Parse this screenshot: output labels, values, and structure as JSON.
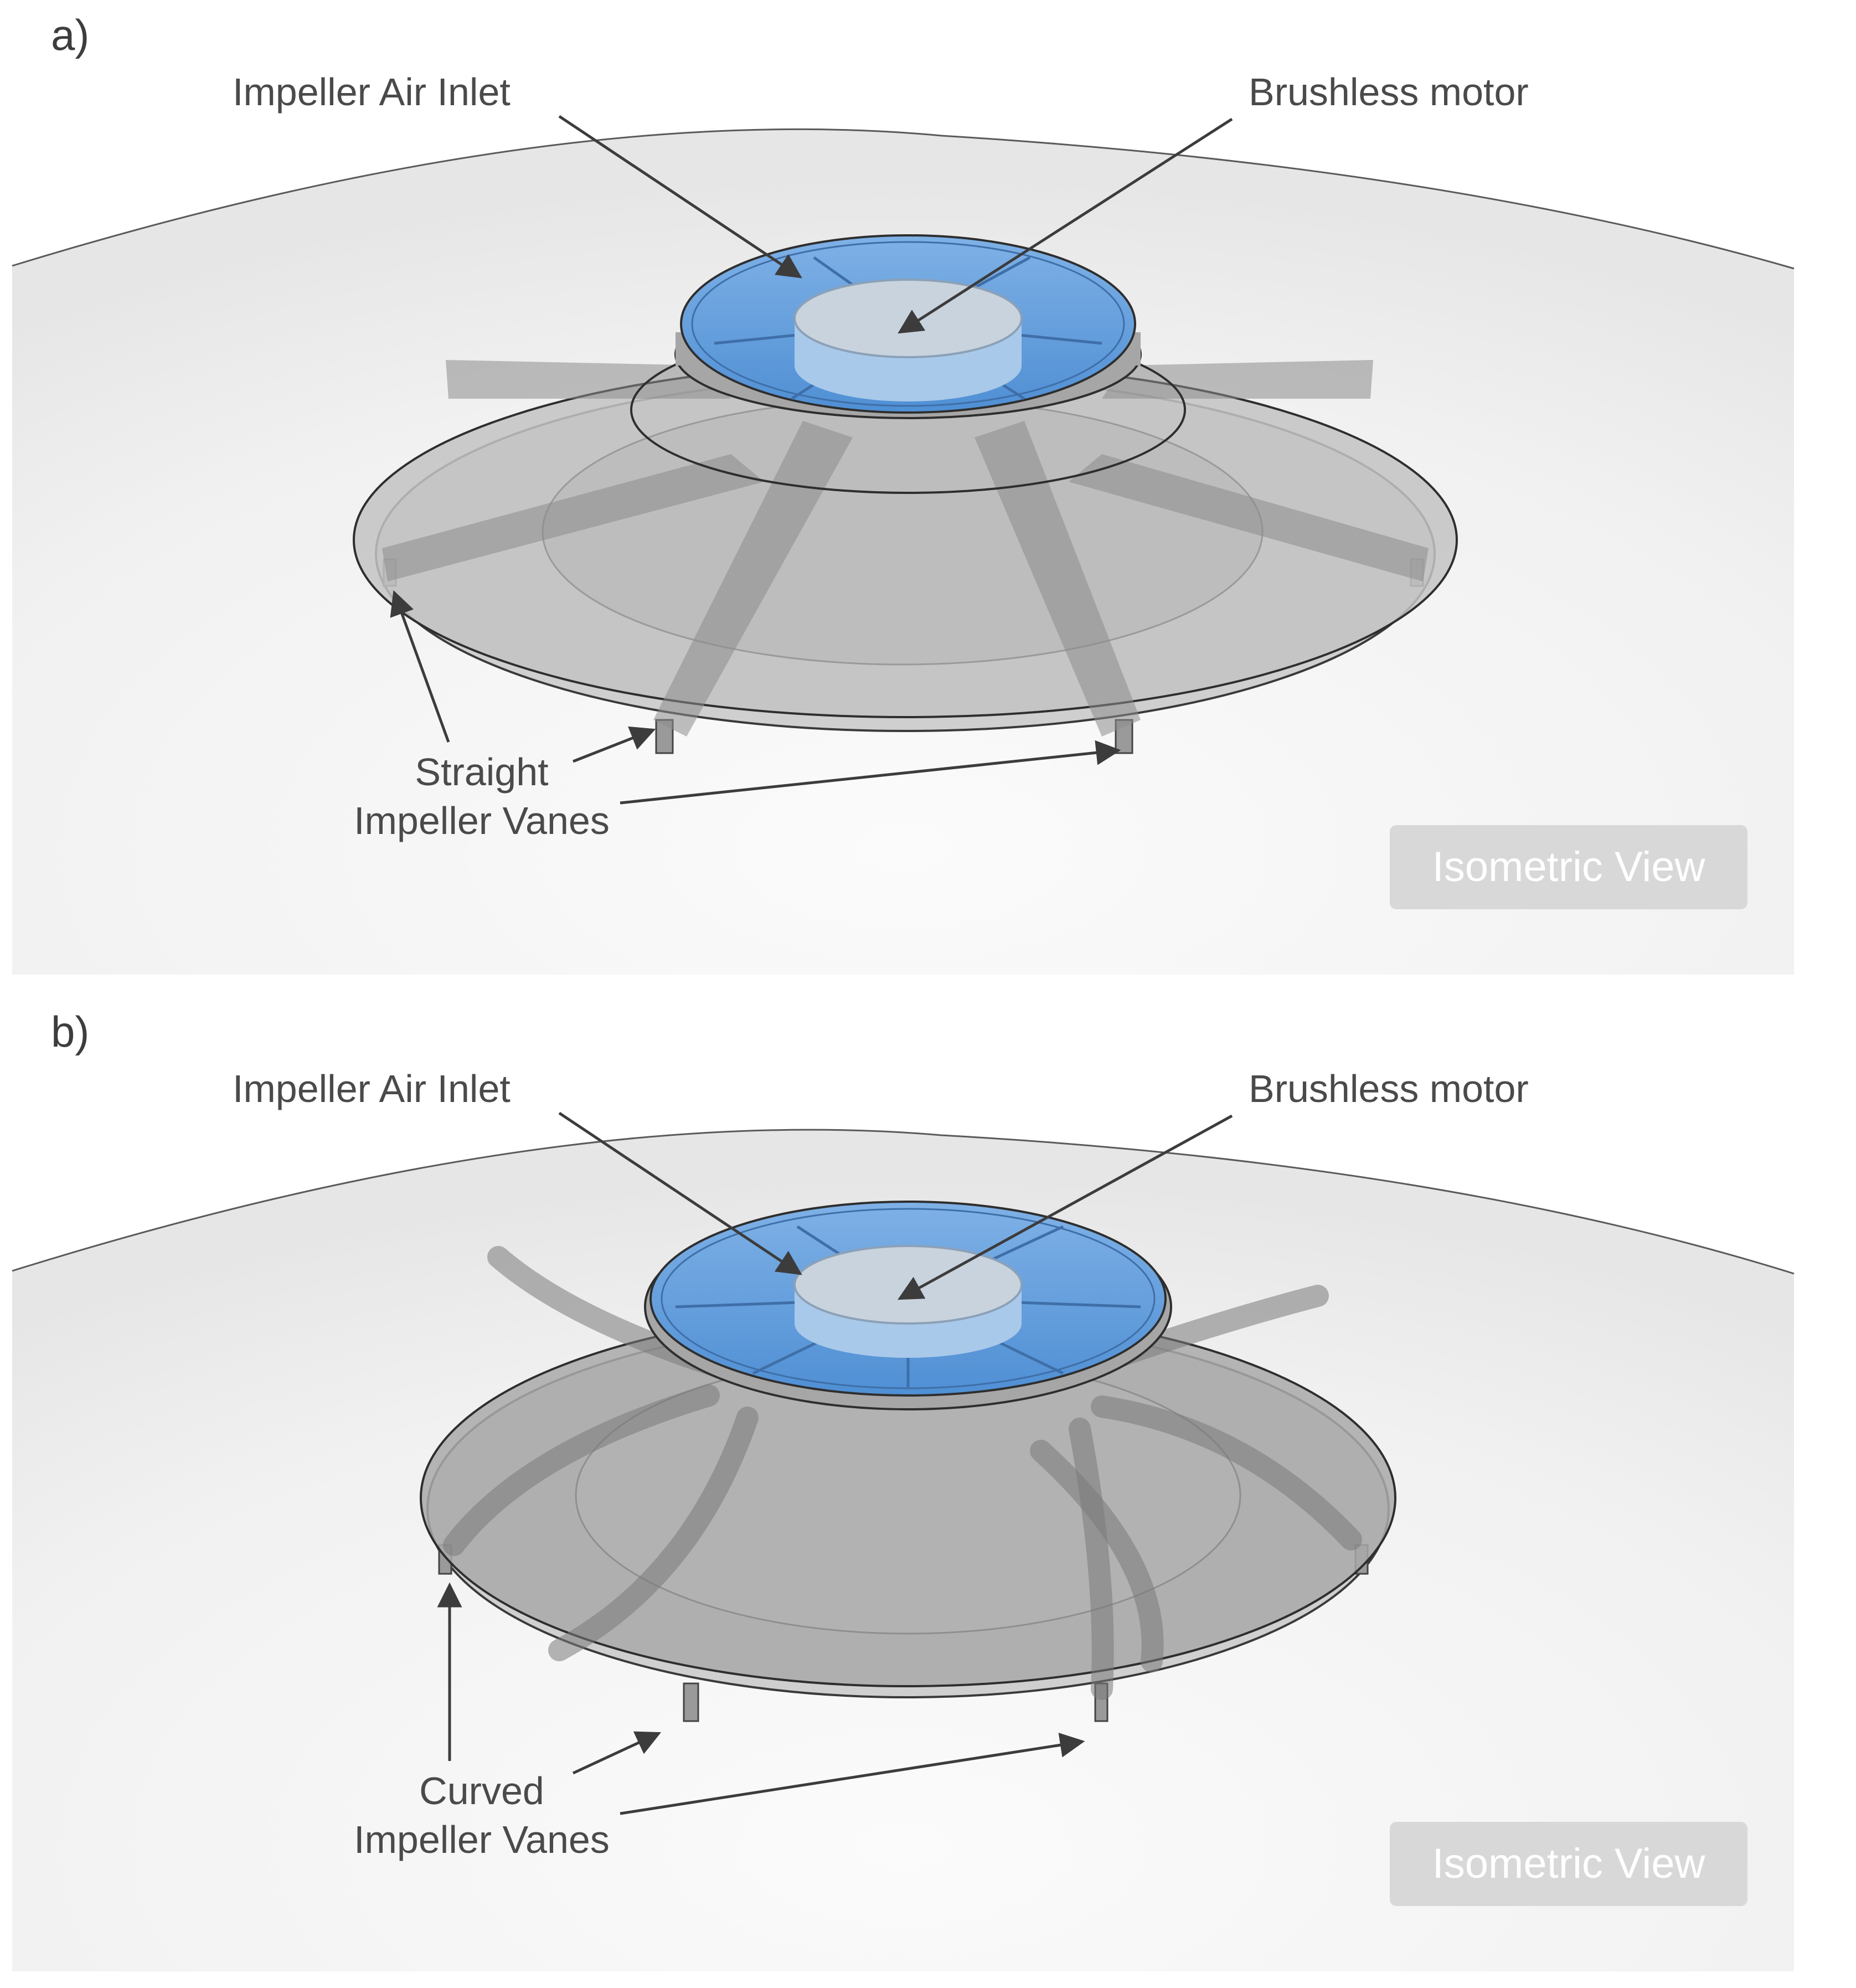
{
  "panels": [
    {
      "letter": "a)",
      "inlet_label": "Impeller Air Inlet",
      "motor_label": "Brushless motor",
      "vane_label_line1": "Straight",
      "vane_label_line2": "Impeller Vanes",
      "view_label": "Isometric View",
      "vane_type": "straight"
    },
    {
      "letter": "b)",
      "inlet_label": "Impeller Air Inlet",
      "motor_label": "Brushless motor",
      "vane_label_line1": "Curved",
      "vane_label_line2": "Impeller Vanes",
      "view_label": "Isometric View",
      "vane_type": "curved"
    }
  ],
  "colors": {
    "hub_blue": "#6fa6e0",
    "shroud_gray": "#8d8d8d",
    "text": "#4a4a4a",
    "badge_bg": "#d8d8d8"
  }
}
